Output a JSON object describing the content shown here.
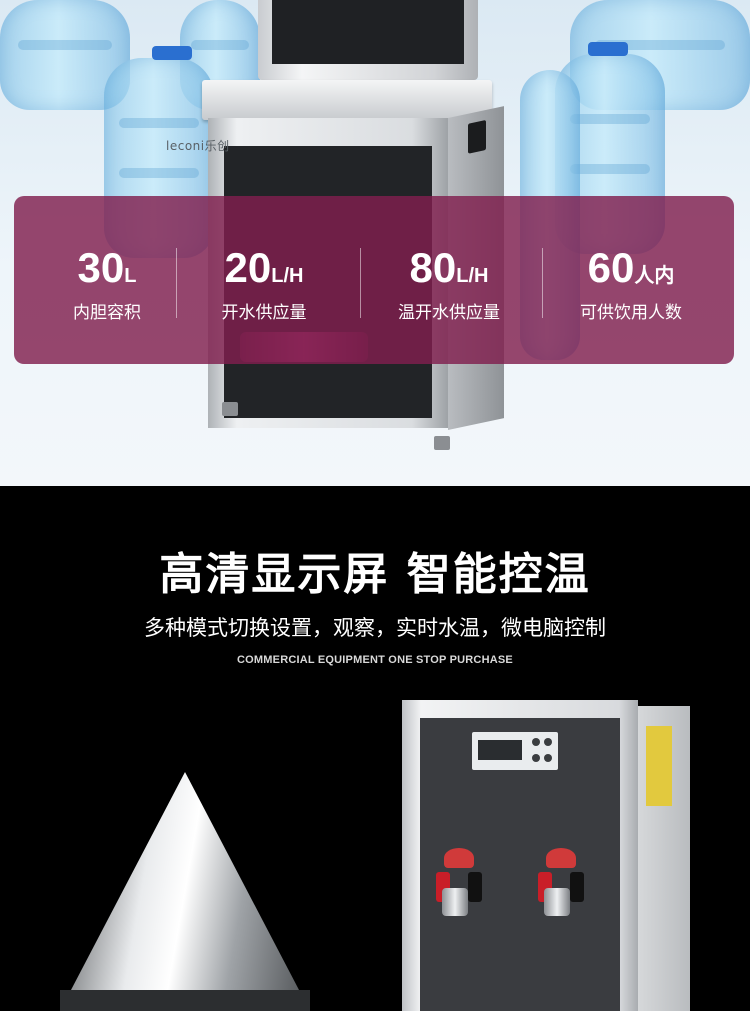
{
  "hero": {
    "brand_logo": "leconi乐创",
    "stats": [
      {
        "value": "30",
        "unit": "L",
        "label": "内胆容积"
      },
      {
        "value": "20",
        "unit": "L/H",
        "label": "开水供应量"
      },
      {
        "value": "80",
        "unit": "L/H",
        "label": "温开水供应量"
      },
      {
        "value": "60",
        "unit": "人内",
        "label": "可供饮用人数"
      }
    ],
    "banner_color": "#8a2255"
  },
  "feature": {
    "headline": "高清显示屏 智能控温",
    "subline": "多种模式切换设置，观察，实时水温，微电脑控制",
    "caption": "COMMERCIAL EQUIPMENT ONE STOP PURCHASE"
  },
  "colors": {
    "background_dark": "#000000",
    "banner": "#801e4e",
    "tap_red": "#c91e28"
  }
}
